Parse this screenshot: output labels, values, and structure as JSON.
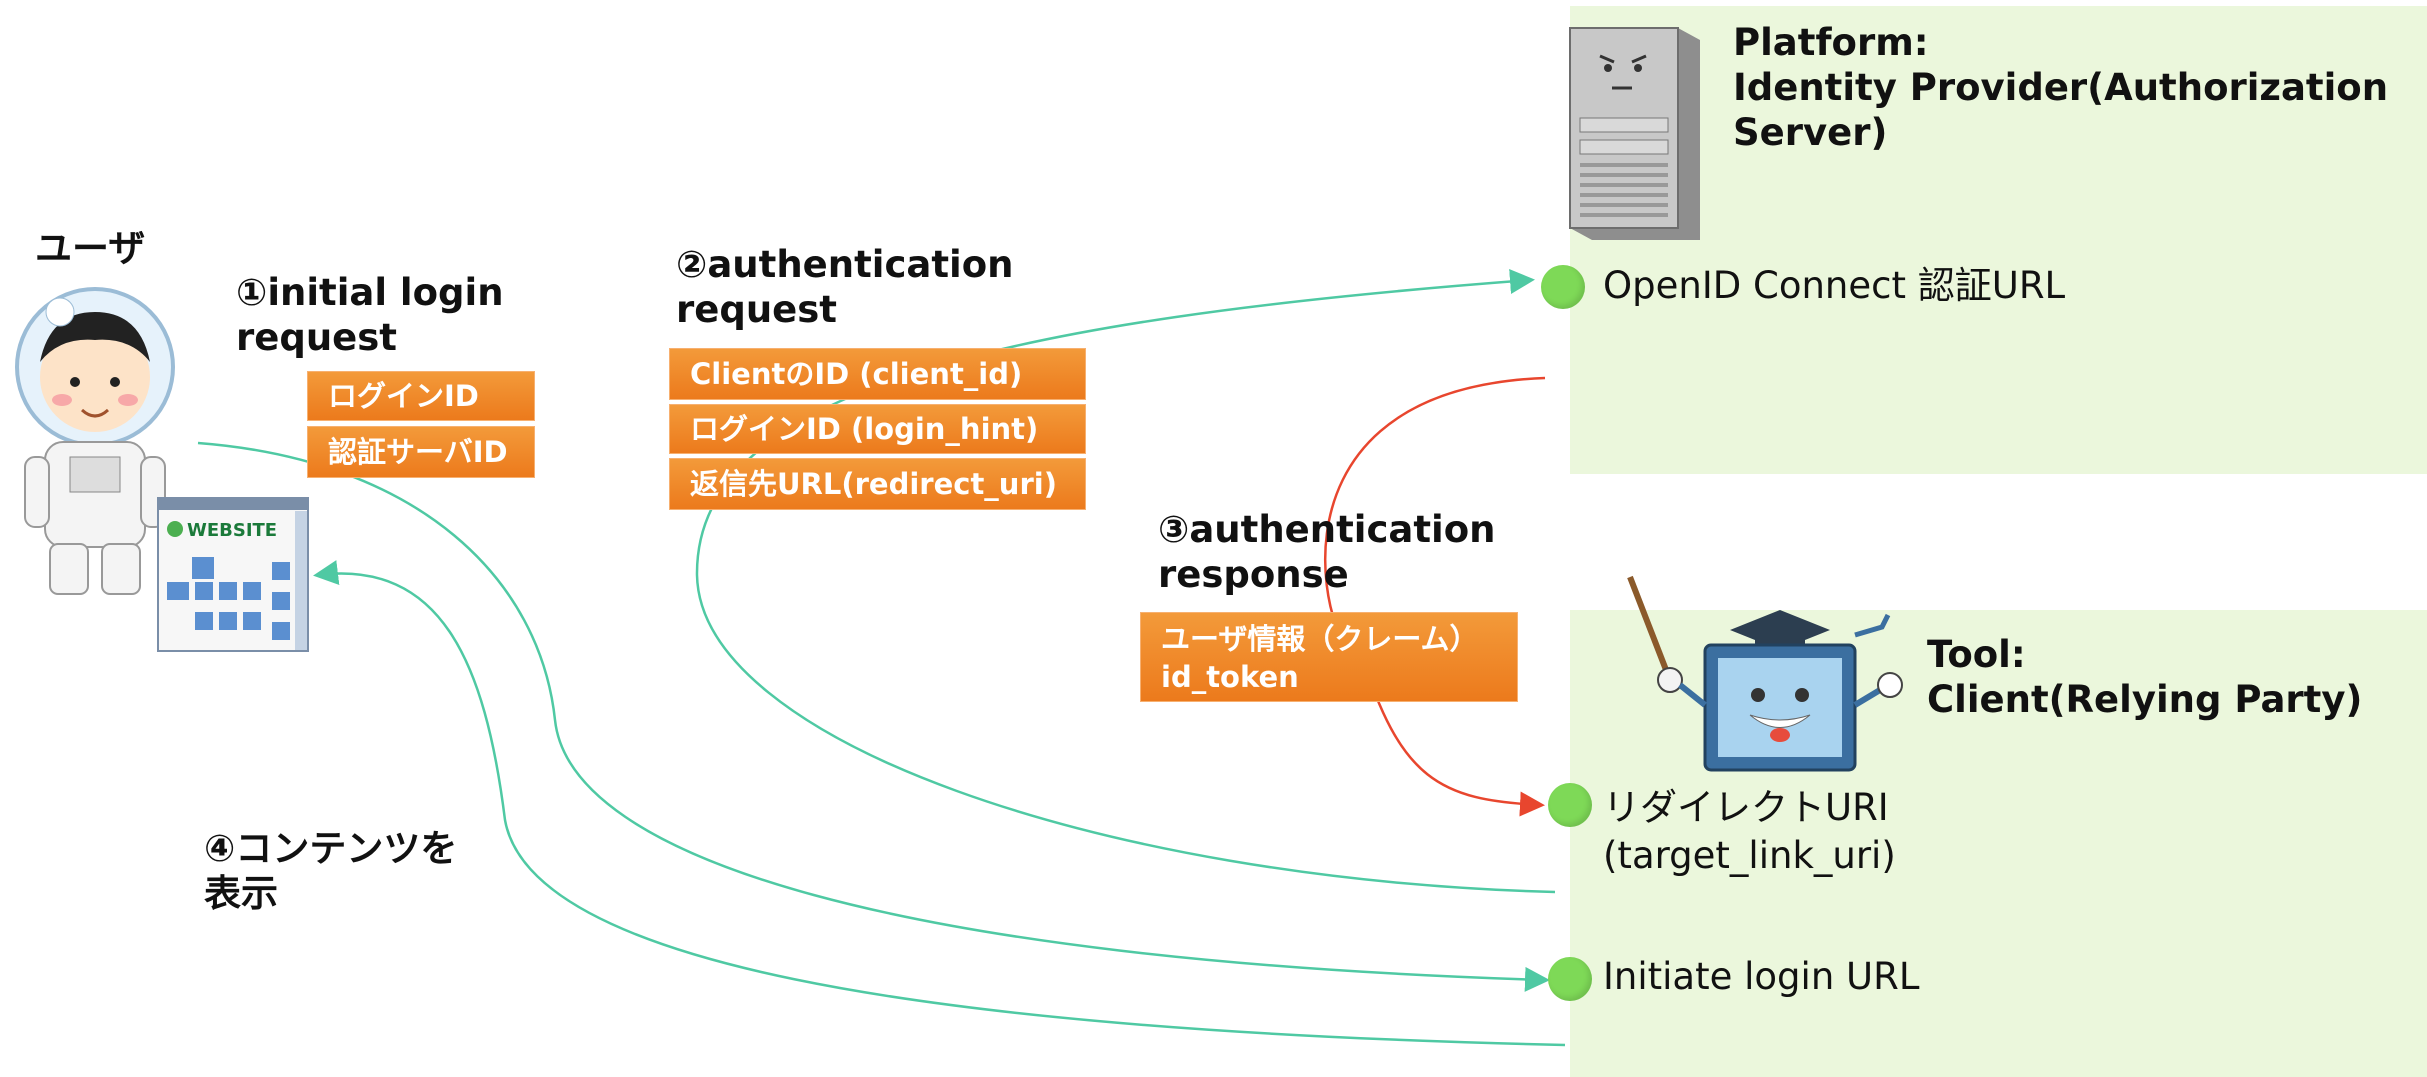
{
  "platform": {
    "title": "Platform:\nIdentity Provider(Authorization\nServer)",
    "endpoints": [
      {
        "label": "OpenID Connect 認証URL"
      }
    ]
  },
  "tool": {
    "title": "Tool:\nClient(Relying Party)",
    "endpoints": [
      {
        "label": "リダイレクトURI\n(target_link_uri)"
      },
      {
        "label": "Initiate login URL"
      }
    ]
  },
  "user": {
    "label": "ユーザ"
  },
  "website": {
    "logo_text": "WEBSITE"
  },
  "steps": [
    {
      "label": "①initial login\nrequest",
      "params": [
        "ログインID",
        "認証サーバID"
      ]
    },
    {
      "label": "②authentication\nrequest",
      "params": [
        "ClientのID (client_id)",
        "ログインID (login_hint)",
        "返信先URL(redirect_uri)"
      ]
    },
    {
      "label": "③authentication\nresponse",
      "params": [
        "ユーザ情報（クレーム）\nid_token"
      ]
    },
    {
      "label": "④コンテンツを\n表示",
      "params": []
    }
  ],
  "colors": {
    "flow_arrow": "#4fc9a3",
    "response_arrow": "#e8462e",
    "param_box": "#ef8224",
    "zone": "#ebf7dc",
    "endpoint_dot": "#7ed957"
  },
  "icons": [
    "astronaut-user-illustration",
    "website-icon",
    "server-icon",
    "teacher-monitor-illustration"
  ]
}
